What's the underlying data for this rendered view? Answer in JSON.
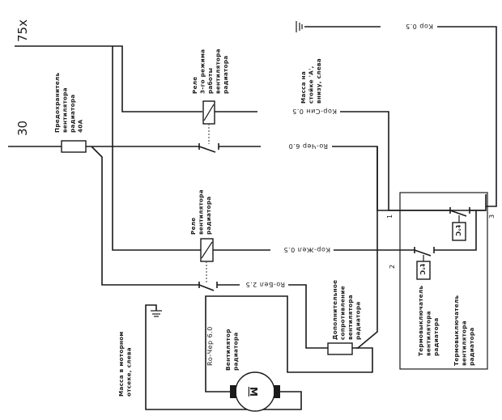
{
  "diagram": {
    "title": "Cooling fan wiring diagram (rotated 90°)",
    "terminals": {
      "t75x": "75x",
      "t30": "30"
    },
    "fuse": {
      "label_lines": [
        "Предохранитель",
        "вентилятора",
        "радиатора",
        "40А"
      ]
    },
    "relay_mode3": {
      "label_lines": [
        "Реле",
        "3-го режима",
        "работы",
        "вентилятора",
        "радиатора"
      ]
    },
    "relay_fan": {
      "label_lines": [
        "Реле",
        "вентилятора",
        "радиатора"
      ]
    },
    "ground_pillar": {
      "label_lines": [
        "Масса на",
        "стойке 'А',",
        "внизу, слева"
      ]
    },
    "ground_engine": {
      "label_lines": [
        "Масса в моторном",
        "отсеке, слева"
      ]
    },
    "motor": {
      "symbol": "M",
      "label_lines": [
        "Вентилятор",
        "радиатора"
      ]
    },
    "resistor": {
      "label_lines": [
        "Дополнительное",
        "сопротивление",
        "вентилятора",
        "радиатора"
      ]
    },
    "thermoswitch_1": {
      "sensor": "t°C",
      "label_lines": [
        "Термовыключатель",
        "вентилятора",
        "радиатора"
      ]
    },
    "thermoswitch_2": {
      "sensor": "t°C",
      "label_lines": [
        "Термовыключатель",
        "вентилятора",
        "радиатора"
      ]
    },
    "pins": {
      "p1": "1",
      "p2": "2",
      "p3": "3"
    },
    "wires": {
      "kor_05": "Кор 0.5",
      "kor_sin_05": "Кор-Син 0.5",
      "ro_cher_60_top": "Ro-Чер 6.0",
      "kor_zhel_05": "Кор-Жел 0.5",
      "ro_bel_25": "Ro-Бел 2.5",
      "ro_cher_60_motor": "Ro-Чер 6.0"
    }
  }
}
